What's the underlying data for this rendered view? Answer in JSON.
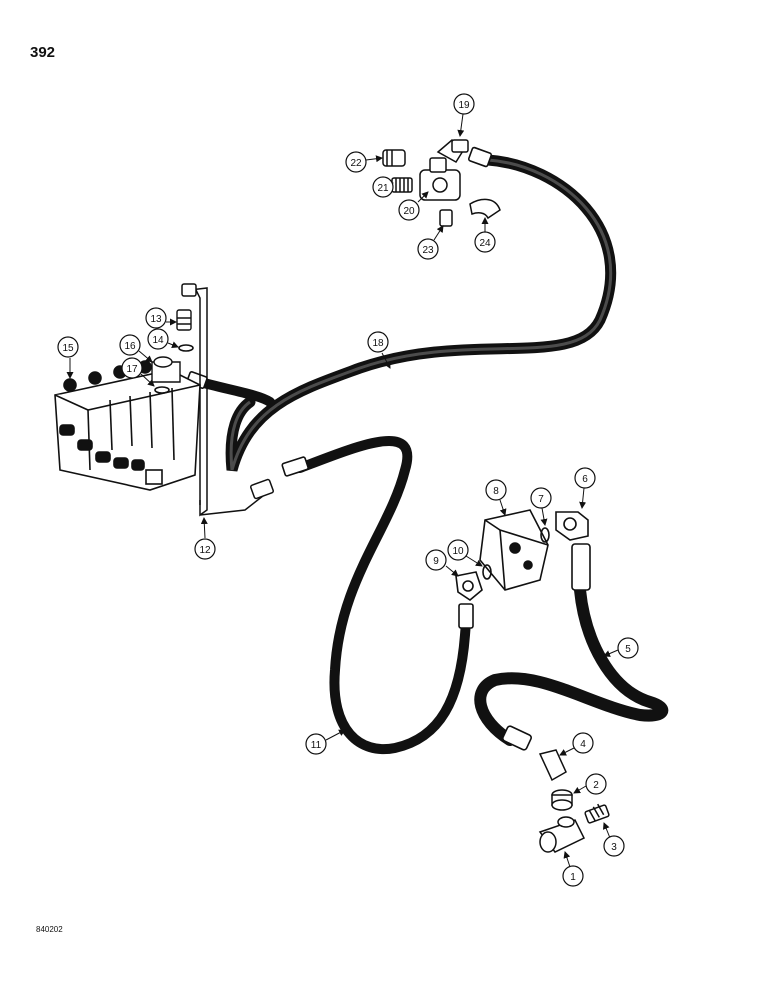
{
  "page_number": "392",
  "figure_code": "840202",
  "callouts": [
    "1",
    "2",
    "3",
    "4",
    "5",
    "6",
    "7",
    "8",
    "9",
    "10",
    "11",
    "12",
    "13",
    "14",
    "15",
    "16",
    "17",
    "18",
    "19",
    "20",
    "21",
    "22",
    "23",
    "24"
  ]
}
